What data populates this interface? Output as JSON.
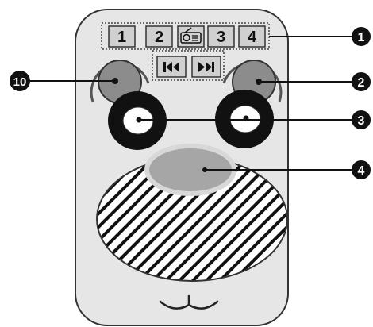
{
  "device": {
    "preset_buttons": [
      {
        "label": "1",
        "icon": null
      },
      {
        "label": "2",
        "icon": null
      },
      {
        "label": "",
        "icon": "radio-icon"
      },
      {
        "label": "3",
        "icon": null
      },
      {
        "label": "4",
        "icon": null
      }
    ],
    "transport_buttons": [
      {
        "icon": "skip-previous-icon"
      },
      {
        "icon": "skip-next-icon"
      }
    ]
  },
  "callouts": [
    {
      "label": "1",
      "target": "preset-buttons-group"
    },
    {
      "label": "2",
      "target": "right-ear-button"
    },
    {
      "label": "3",
      "target": "eyes"
    },
    {
      "label": "4",
      "target": "nose-button"
    },
    {
      "label": "10",
      "target": "left-ear-button"
    }
  ],
  "colors": {
    "body": "#e6e6e6",
    "outline": "#333333",
    "button_fill": "#d0d0d0",
    "ear_fill": "#8c8c8c",
    "nose_fill": "#a6a6a6",
    "eye_patch": "#111111",
    "callout_fill": "#111111"
  }
}
